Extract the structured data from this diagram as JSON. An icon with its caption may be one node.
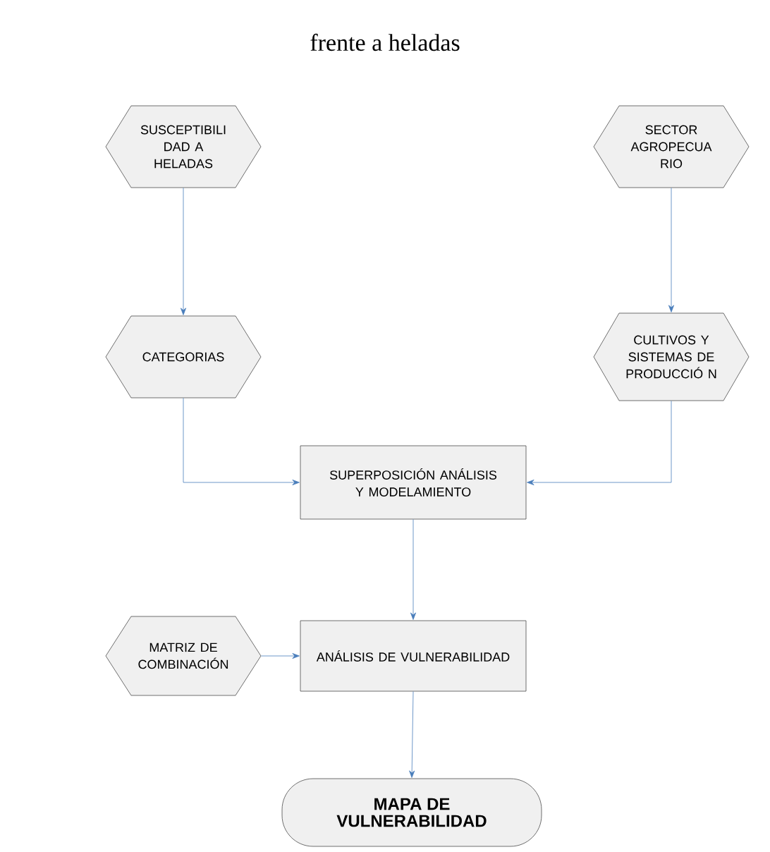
{
  "diagram": {
    "title": "frente a heladas",
    "nodes": [
      {
        "text": [
          "SUSCEPTIBILI DAD A HELADAS"
        ]
      },
      {
        "text": [
          "SECTOR AGROPECUA RIO"
        ]
      },
      {
        "text": [
          "CATEGORIAS"
        ]
      },
      {
        "text": [
          "CULTIVOS Y SISTEMAS DE PRODUCCIÓ N"
        ]
      },
      {
        "text": [
          "SUPERPOSICIÓN ANÁLISIS Y MODELAMIENTO"
        ]
      },
      {
        "text": [
          "MATRIZ DE COMBINACIÓN"
        ]
      },
      {
        "text": [
          "ANÁLISIS DE VULNERABILIDAD"
        ]
      },
      {
        "text": [
          "MAPA DE VULNERABILIDAD"
        ]
      }
    ],
    "edges": [
      {
        "from": 0,
        "to": 2,
        "arrow": "to"
      },
      {
        "from": 1,
        "to": 3,
        "arrow": "to"
      },
      {
        "from": 2,
        "to": 4,
        "arrow": "to"
      },
      {
        "from": 3,
        "to": 4,
        "arrow": "to"
      },
      {
        "from": 4,
        "to": 6,
        "arrow": "to"
      },
      {
        "from": 5,
        "to": 6,
        "arrow": "to"
      },
      {
        "from": 6,
        "to": 7,
        "arrow": "to"
      }
    ]
  }
}
